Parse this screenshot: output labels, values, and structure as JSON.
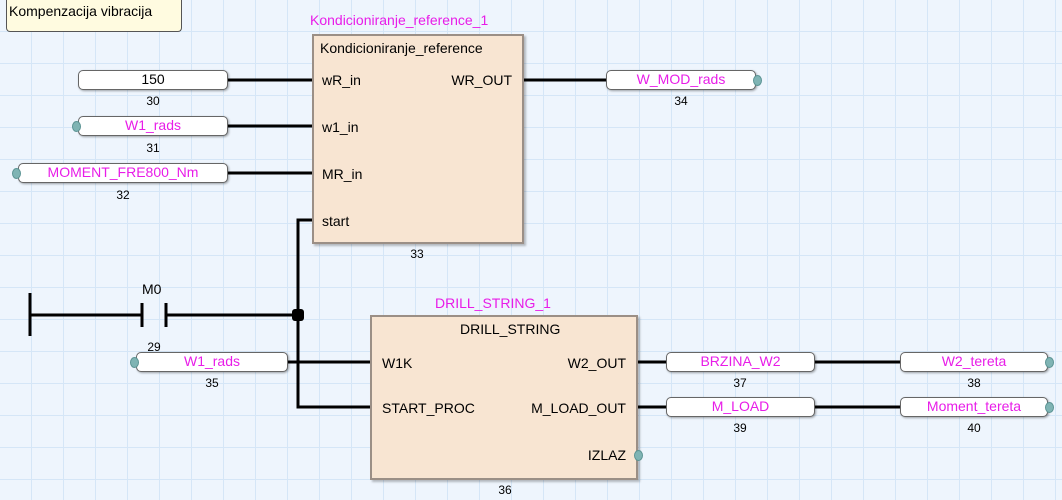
{
  "comment": {
    "text": "Kompenzacija vibracija"
  },
  "block1": {
    "instance": "Kondicioniranje_reference_1",
    "type": "Kondicioniranje_reference",
    "inputs": [
      "wR_in",
      "w1_in",
      "MR_in",
      "start"
    ],
    "outputs": [
      "WR_OUT"
    ],
    "number": "33"
  },
  "block2": {
    "instance": "DRILL_STRING_1",
    "type": "DRILL_STRING",
    "inputs": [
      "W1K",
      "START_PROC"
    ],
    "outputs": [
      "W2_OUT",
      "M_LOAD_OUT",
      "IZLAZ"
    ],
    "number": "36"
  },
  "contact": {
    "name": "M0",
    "number": "29"
  },
  "variables": {
    "v30": {
      "text": "150",
      "number": "30"
    },
    "v31": {
      "text": "W1_rads",
      "number": "31"
    },
    "v32": {
      "text": "MOMENT_FRE800_Nm",
      "number": "32"
    },
    "v34": {
      "text": "W_MOD_rads",
      "number": "34"
    },
    "v35": {
      "text": "W1_rads",
      "number": "35"
    },
    "v37": {
      "text": "BRZINA_W2",
      "number": "37"
    },
    "v38": {
      "text": "W2_tereta",
      "number": "38"
    },
    "v39": {
      "text": "M_LOAD",
      "number": "39"
    },
    "v40": {
      "text": "Moment_tereta",
      "number": "40"
    }
  }
}
